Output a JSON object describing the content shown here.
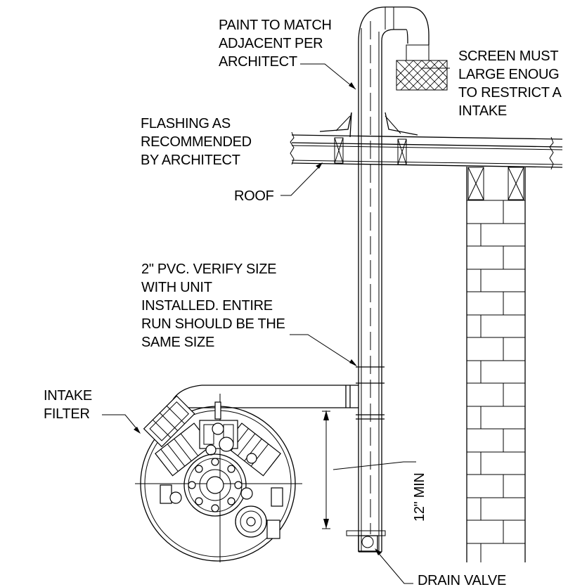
{
  "labels": {
    "paint": [
      "PAINT TO MATCH",
      "ADJACENT PER",
      "ARCHITECT"
    ],
    "screen": [
      "SCREEN MUST",
      "LARGE ENOUG",
      "TO RESTRICT A",
      "INTAKE"
    ],
    "flashing": [
      "FLASHING AS",
      "RECOMMENDED",
      "BY ARCHITECT"
    ],
    "roof": "ROOF",
    "pvc": [
      "2\" PVC. VERIFY SIZE",
      "WITH UNIT",
      "INSTALLED. ENTIRE",
      "RUN SHOULD BE THE",
      "SAME SIZE"
    ],
    "intake_filter": [
      "INTAKE",
      "FILTER"
    ],
    "min_dim": "12\" MIN",
    "drain_valve": "DRAIN VALVE"
  },
  "colors": {
    "line": "#000000",
    "background": "#ffffff"
  }
}
